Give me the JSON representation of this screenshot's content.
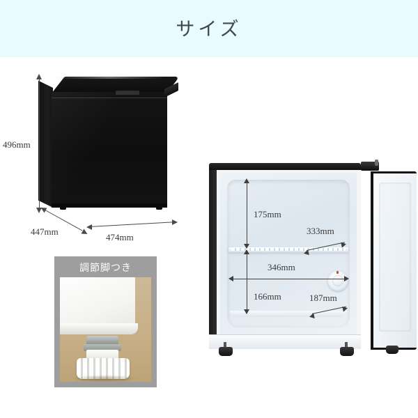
{
  "header": {
    "title": "サイズ"
  },
  "exterior": {
    "height_label": "496mm",
    "depth_label": "447mm",
    "width_label": "474mm"
  },
  "interior": {
    "upper_height_label": "175mm",
    "upper_depth_label": "333mm",
    "width_label": "346mm",
    "lower_height_label": "166mm",
    "lower_depth_label": "187mm"
  },
  "inset": {
    "caption": "調節脚つき"
  },
  "colors": {
    "header_band": "#e9fbff",
    "header_text": "#3b4a52",
    "page_background": "#ffffff",
    "dimension_text": "#3a3a3a",
    "inset_band": "#9e9e9e",
    "inset_caption_text": "#ffffff",
    "product_body": "#111111",
    "dial_indicator": "#d9413a"
  }
}
